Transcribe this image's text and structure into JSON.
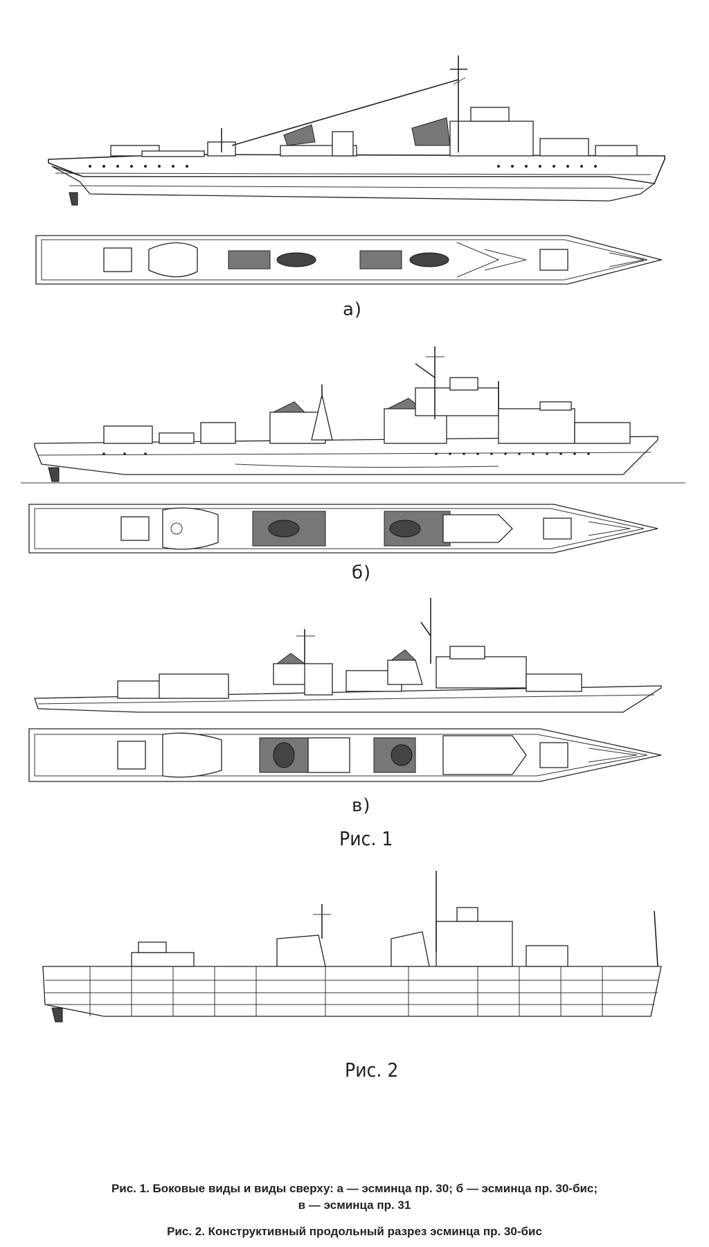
{
  "figure1": {
    "sub_a": "а)",
    "sub_b": "б)",
    "sub_c": "в)",
    "label": "Рис. 1"
  },
  "figure2": {
    "label": "Рис. 2"
  },
  "captions": {
    "caption1_line1": "Рис. 1. Боковые виды и виды сверху: а — эсминца пр. 30; б — эсминца пр. 30-бис;",
    "caption1_line2": "в — эсминца пр. 31",
    "caption2": "Рис. 2. Конструктивный продольный разрез эсминца пр. 30-бис"
  }
}
